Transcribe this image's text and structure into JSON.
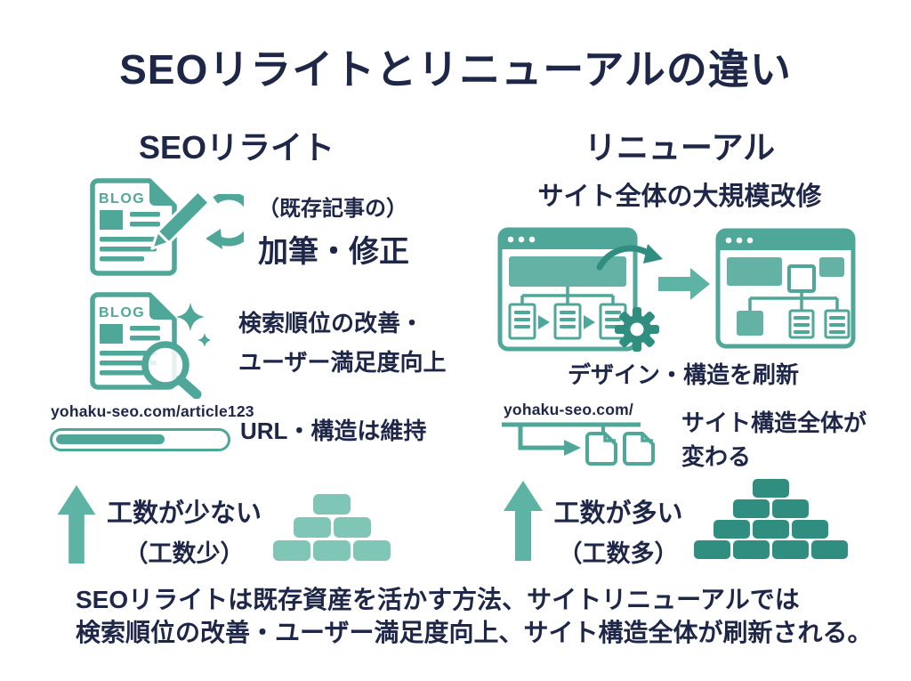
{
  "title": "SEOリライトとリニューアルの違い",
  "colors": {
    "text_navy": "#1f2749",
    "teal": "#4fa799",
    "teal_mid": "#5db3a4",
    "teal_light": "#7fc6b6",
    "teal_dark": "#2f8e7f"
  },
  "left_column": {
    "heading": "SEOリライト",
    "rewrite_row": {
      "blog_label": "BLOG",
      "line1": "（既存記事の）",
      "line2": "加筆・修正"
    },
    "improve_row": {
      "blog_label": "BLOG",
      "line1": "検索順位の改善・",
      "line2": "ユーザー満足度向上"
    },
    "url_row": {
      "url": "yohaku-seo.com/article123",
      "label": "URL・構造は維持"
    },
    "effort_row": {
      "line1": "工数が少ない",
      "line2": "（工数少）",
      "pyramid_rows": [
        1,
        2,
        3
      ]
    }
  },
  "right_column": {
    "heading": "リニューアル",
    "subheading": "サイト全体の大規模改修",
    "caption": "デザイン・構造を刷新",
    "url_row": {
      "url": "yohaku-seo.com/",
      "line1": "サイト構造全体が",
      "line2": "変わる"
    },
    "effort_row": {
      "line1": "工数が多い",
      "line2": "（工数多）",
      "pyramid_rows": [
        1,
        2,
        3,
        4
      ]
    }
  },
  "footer": {
    "line1": "SEOリライトは既存資産を活かす方法、サイトリニューアルでは",
    "line2": "検索順位の改善・ユーザー満足度向上、サイト構造全体が刷新される。"
  }
}
